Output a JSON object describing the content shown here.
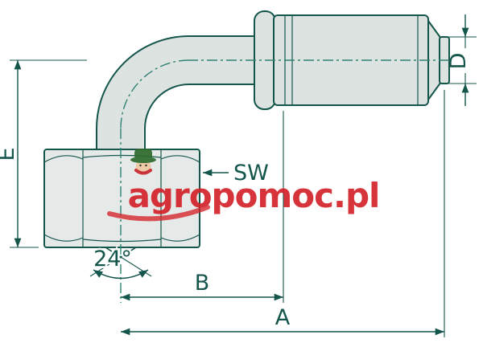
{
  "diagram": {
    "type": "technical-drawing",
    "subject": "90-degree elbow hydraulic hose fitting with hex nut and crimp ferrule"
  },
  "labels": {
    "dim_e": "E",
    "dim_d": "D",
    "dim_sw": "SW",
    "dim_angle": "24°",
    "dim_b": "B",
    "dim_a": "A"
  },
  "watermark": {
    "text": "agropomoc.pl"
  },
  "colors": {
    "line": "#15564c",
    "centerline": "#2f8273",
    "metal_fill": "#dde3e1",
    "nut_fill": "#e5eae8",
    "watermark_red": "#d3232a",
    "hat_green": "#2e6b2e",
    "face_tan": "#eec9a2"
  }
}
